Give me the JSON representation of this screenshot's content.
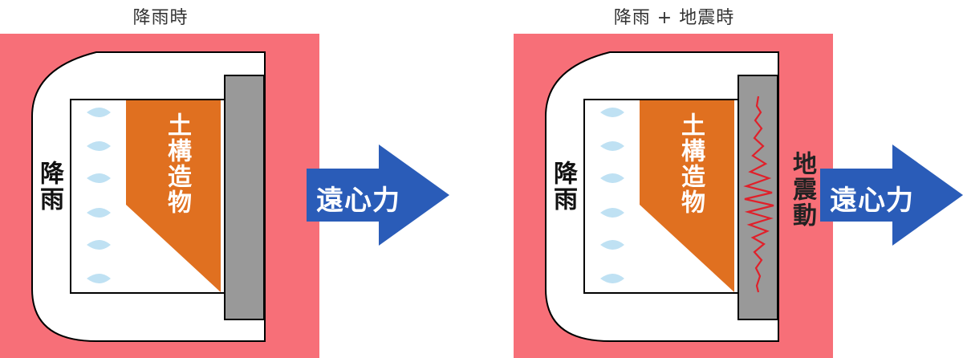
{
  "panels": [
    {
      "title": "降雨時",
      "rain_label": "降雨",
      "soil_label": "土構造物",
      "arrow_label": "遠心力"
    },
    {
      "title": "降雨 + 地震時",
      "rain_label": "降雨",
      "soil_label": "土構造物",
      "quake_label": "地震動",
      "arrow_label": "遠心力"
    }
  ],
  "colors": {
    "outer": "#f76f78",
    "soil": "#e07020",
    "wall": "#999999",
    "arrow": "#2a5cb8",
    "seismic": "#e0202a",
    "drop": "#bfe1f3"
  }
}
